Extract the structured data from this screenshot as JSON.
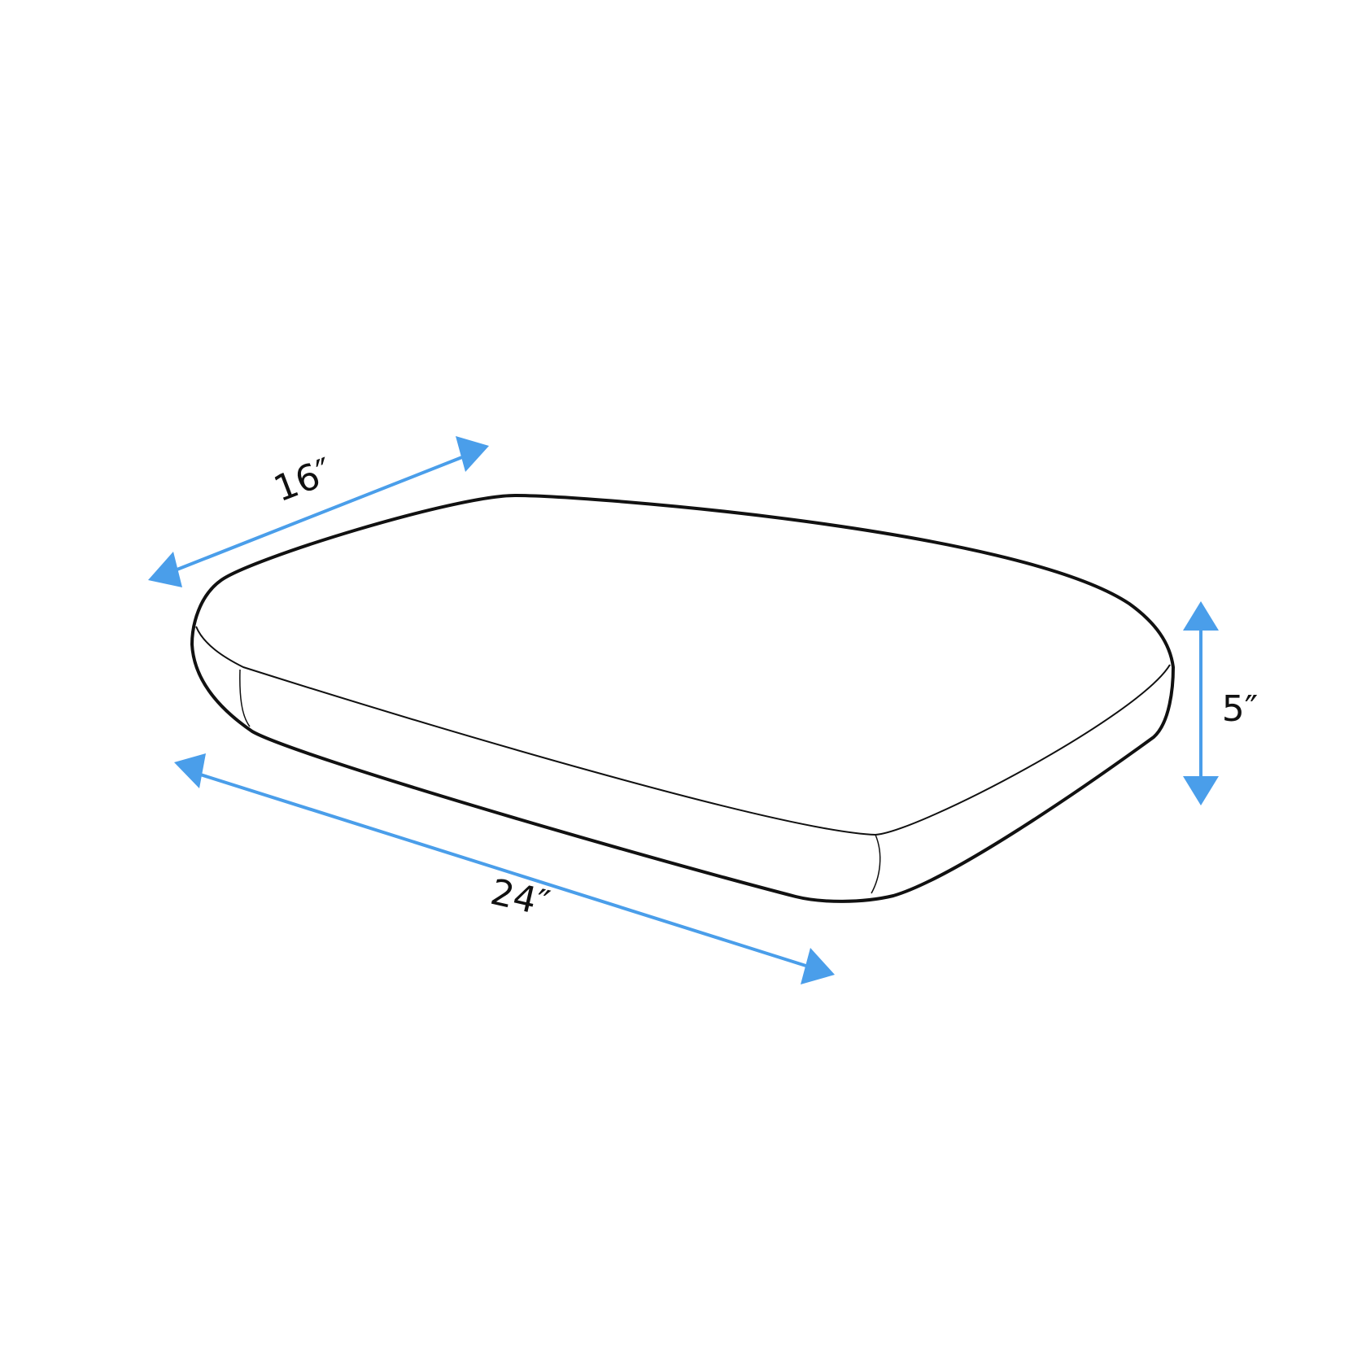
{
  "diagram": {
    "subject": "seat-cushion",
    "dimensions": {
      "depth": {
        "value": 16,
        "unit": "in",
        "label": "16″"
      },
      "width": {
        "value": 24,
        "unit": "in",
        "label": "24″"
      },
      "height": {
        "value": 5,
        "unit": "in",
        "label": "5″"
      }
    },
    "colors": {
      "outline": "#111111",
      "arrow": "#4a9eea",
      "background": "#ffffff"
    }
  }
}
